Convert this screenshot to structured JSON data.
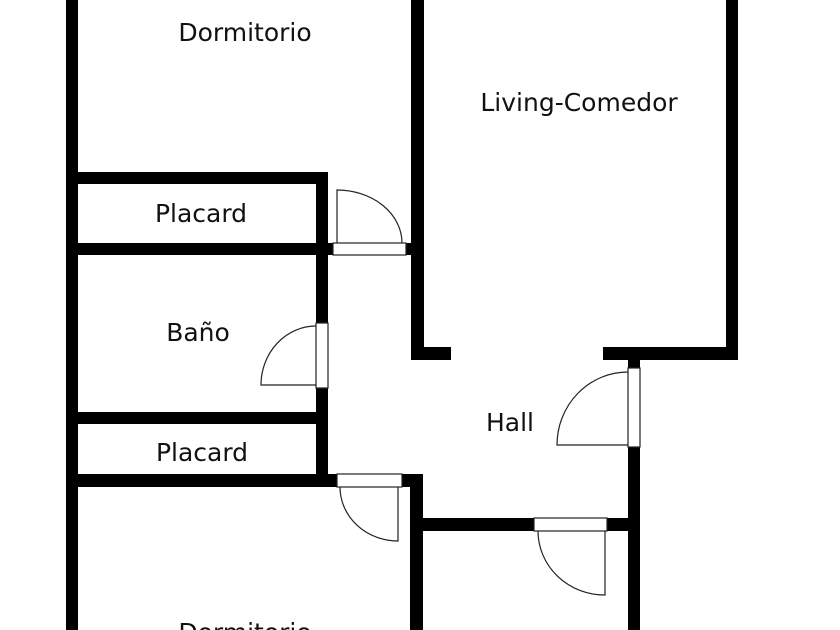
{
  "plan": {
    "wall_color": "#000000",
    "rooms": [
      {
        "id": "dormitorio-1",
        "label": "Dormitorio"
      },
      {
        "id": "living-comedor",
        "label": "Living-Comedor"
      },
      {
        "id": "placard-1",
        "label": "Placard"
      },
      {
        "id": "bano",
        "label": "Baño"
      },
      {
        "id": "hall",
        "label": "Hall"
      },
      {
        "id": "placard-2",
        "label": "Placard"
      },
      {
        "id": "dormitorio-2",
        "label": "Dormitorio"
      }
    ]
  }
}
